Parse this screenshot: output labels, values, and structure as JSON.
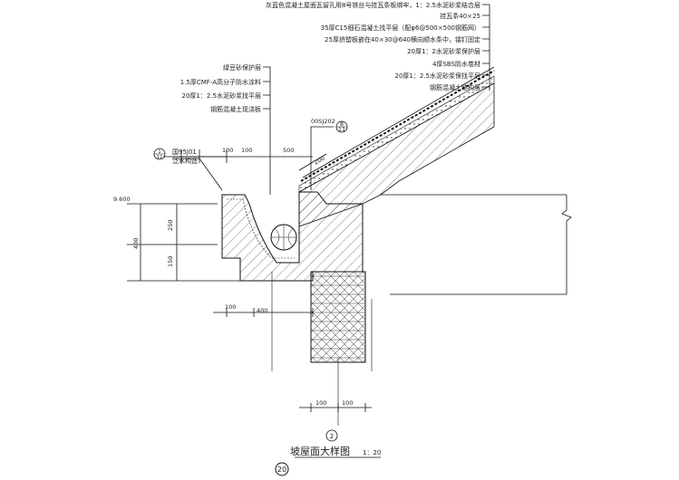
{
  "roof_layers": [
    "灰蓝色混凝土屋面瓦留孔用8号铁丝与挂瓦条板绑牢，1：2.5水泥砂浆结合层",
    "挂瓦条40×25",
    "35厚C15细石混凝土找平层（配φ6@500×500钢筋网）",
    "25厚挤塑板嵌在40×30@640横向顺水条中，镭钉固定",
    "20厚1：2水泥砂浆保护层",
    "4厚SBS防水卷材",
    "20厚1：2.5水泥砂浆保找平层",
    "钢筋混凝土结构层"
  ],
  "gutter_layers": [
    "绿豆砂保护层",
    "1.5厚CMF-A高分子防水涂料",
    "20厚1：2.5水泥砂浆找平层",
    "钢筋混凝土现浇板"
  ],
  "ref_top": {
    "code": "00SJ202",
    "num": "8",
    "sheet": "11"
  },
  "ref_left": {
    "code": "国95J01",
    "desc": "泛水构造",
    "num": "1",
    "sheet": "12"
  },
  "dims": {
    "top": [
      "100",
      "100",
      "500"
    ],
    "slope": "200",
    "elevation": "9.600",
    "vert": [
      "250",
      "150",
      "400"
    ],
    "mid": [
      "100",
      "400"
    ],
    "bottom": [
      "100",
      "100"
    ]
  },
  "axis_label": "2",
  "title": {
    "text": "坡屋面大样图",
    "scale": "1：20",
    "num": "20"
  }
}
